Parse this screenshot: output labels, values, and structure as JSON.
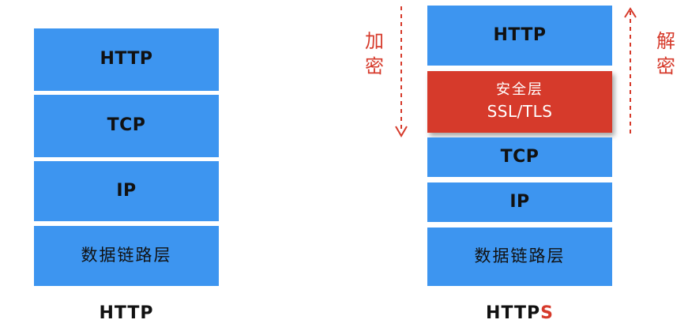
{
  "colors": {
    "layer_blue": "#3d95f0",
    "security_red": "#d63a2b",
    "annotation_red": "#d63a2b",
    "text": "#111111"
  },
  "http_stack": {
    "caption": "HTTP",
    "layers": [
      "HTTP",
      "TCP",
      "IP",
      "数据链路层"
    ]
  },
  "https_stack": {
    "caption_main": "HTTP",
    "caption_accent": "S",
    "layers": {
      "http": "HTTP",
      "security_name": "安全层",
      "security_protocol": "SSL/TLS",
      "tcp": "TCP",
      "ip": "IP",
      "datalink": "数据链路层"
    }
  },
  "annotations": {
    "encrypt_char1": "加",
    "encrypt_char2": "密",
    "decrypt_char1": "解",
    "decrypt_char2": "密",
    "encrypt_arrow_icon": "dashed-arrow-down-icon",
    "decrypt_arrow_icon": "dashed-arrow-up-icon"
  }
}
